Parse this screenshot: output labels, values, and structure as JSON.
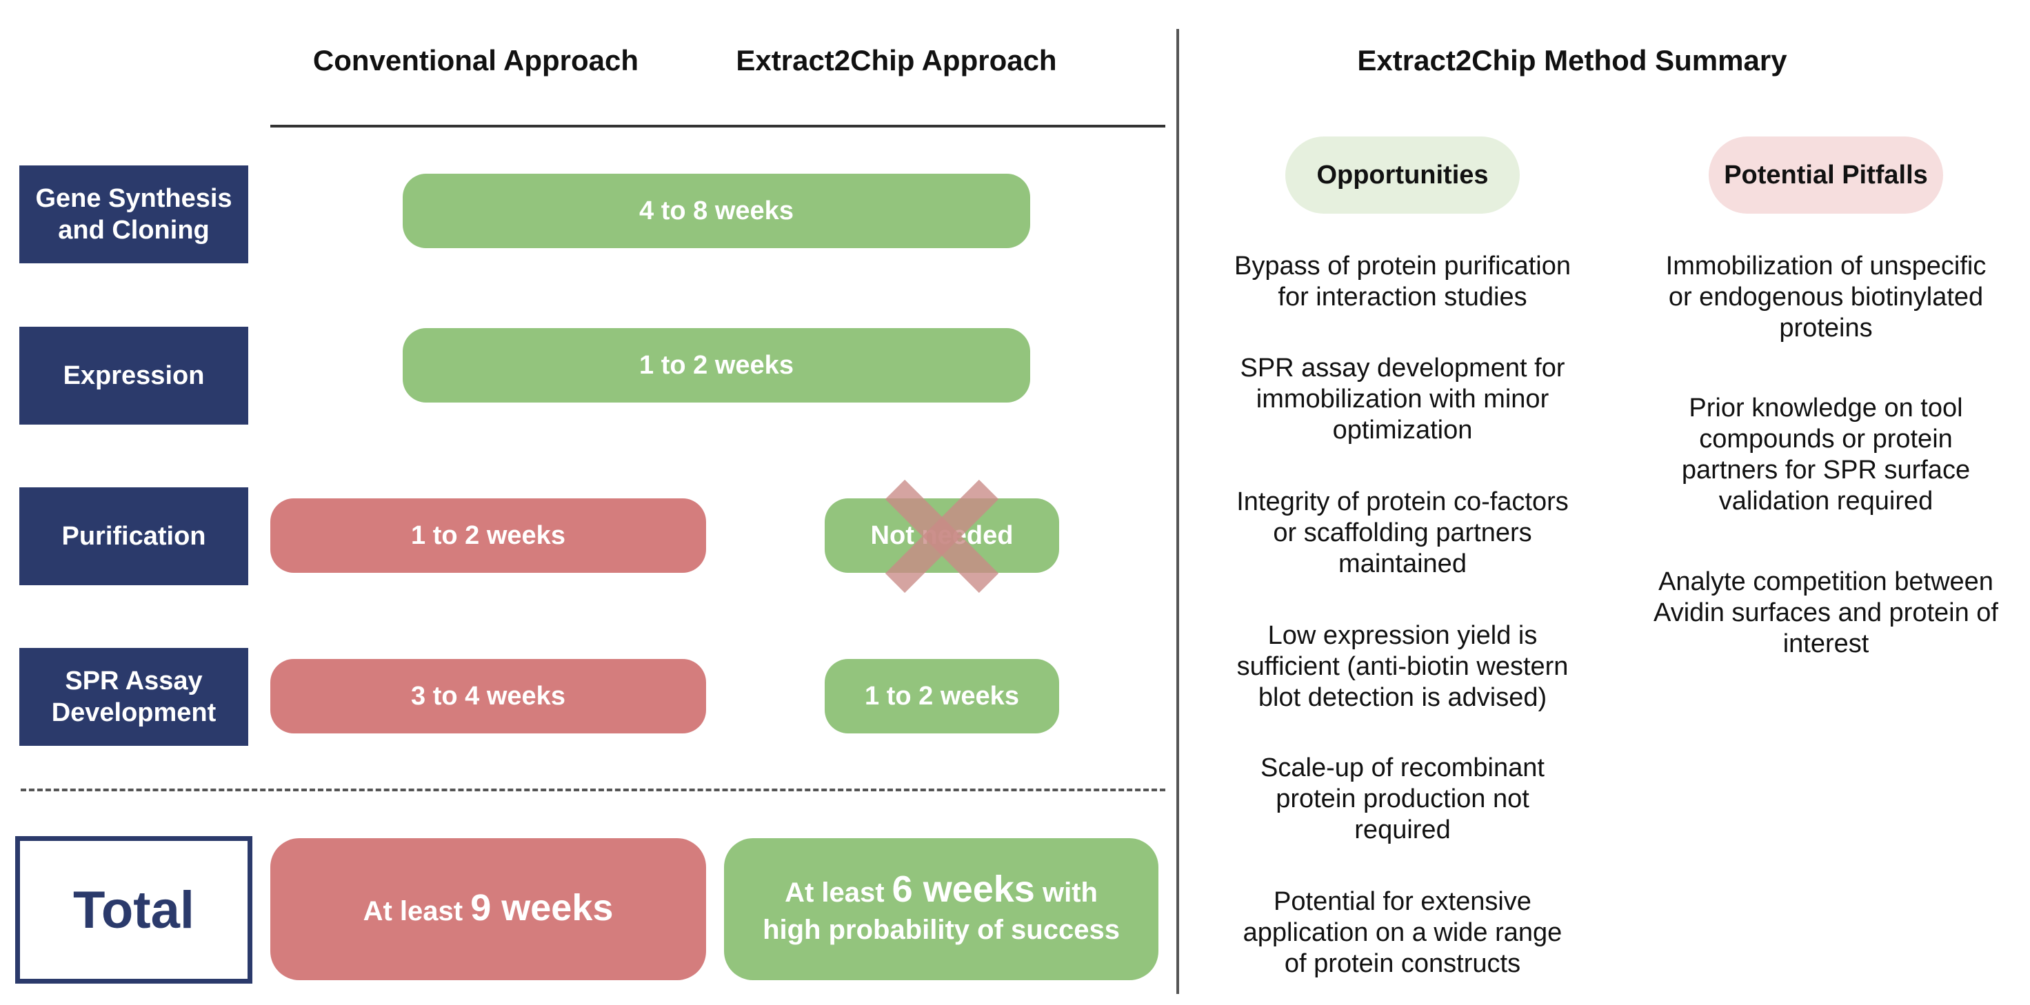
{
  "headers": {
    "conventional": "Conventional Approach",
    "extract2chip": "Extract2Chip Approach",
    "summary": "Extract2Chip Method Summary"
  },
  "rows": [
    {
      "label_lines": [
        "Gene Synthesis",
        "and Cloning"
      ],
      "shared": "4 to 8 weeks"
    },
    {
      "label_lines": [
        "Expression"
      ],
      "shared": "1 to 2 weeks"
    },
    {
      "label_lines": [
        "Purification"
      ],
      "conventional": "1 to 2 weeks",
      "extract2chip": "Not needed"
    },
    {
      "label_lines": [
        "SPR Assay",
        "Development"
      ],
      "conventional": "3 to 4 weeks",
      "extract2chip": "1 to 2 weeks"
    }
  ],
  "total": {
    "label": "Total",
    "conventional": {
      "prefix": "At least ",
      "big": "9 weeks"
    },
    "extract2chip": {
      "prefix": "At least ",
      "big": "6 weeks",
      "suffix": " with",
      "line2": "high probability of success"
    }
  },
  "summary": {
    "opportunities": {
      "title": "Opportunities",
      "items": [
        [
          "Bypass of protein purification",
          "for interaction studies"
        ],
        [
          "SPR assay development for",
          "immobilization with minor",
          "optimization"
        ],
        [
          "Integrity of protein co-factors",
          "or scaffolding partners",
          "maintained"
        ],
        [
          "Low expression yield is",
          "sufficient (anti-biotin western",
          "blot detection is advised)"
        ],
        [
          "Scale-up of recombinant",
          "protein production not",
          "required"
        ],
        [
          "Potential for extensive",
          "application on a wide range",
          "of protein constructs"
        ]
      ]
    },
    "pitfalls": {
      "title": "Potential Pitfalls",
      "items": [
        [
          "Immobilization of unspecific",
          "or endogenous biotinylated",
          "proteins"
        ],
        [
          "Prior knowledge on tool",
          "compounds or protein",
          "partners for SPR surface",
          "validation required"
        ],
        [
          "Analyte competition between",
          "Avidin surfaces and protein of",
          "interest"
        ]
      ]
    }
  },
  "colors": {
    "navy": "#2b3a6b",
    "green": "#93c47d",
    "red": "#d47d7d",
    "opportunities_bg": "#e6f0de",
    "pitfalls_bg": "#f6dede",
    "cross": "#d47d7d"
  }
}
